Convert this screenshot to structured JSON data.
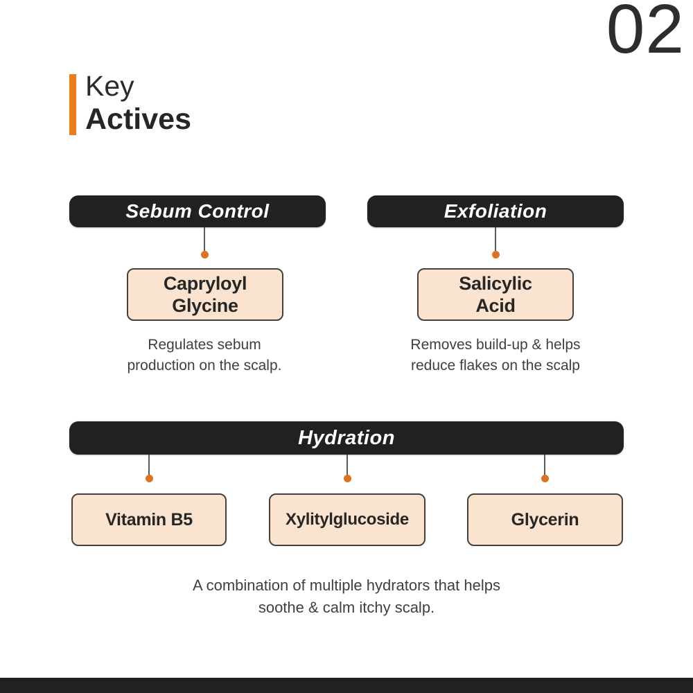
{
  "page_number": "02",
  "title": {
    "line1": "Key",
    "line2": "Actives"
  },
  "colors": {
    "accent_orange": "#ED7D1A",
    "connector_dot_orange": "#DD7222",
    "header_pill_bg": "#212121",
    "ingredient_box_bg": "#FAE4D0",
    "ingredient_box_border": "#45403B",
    "footer_bar": "#212121"
  },
  "groups": {
    "sebum_control": {
      "header": "Sebum Control",
      "ingredient": "Capryloyl\nGlycine",
      "description": "Regulates sebum\nproduction on the scalp."
    },
    "exfoliation": {
      "header": "Exfoliation",
      "ingredient": "Salicylic\nAcid",
      "description": "Removes build-up & helps\nreduce flakes on the scalp"
    },
    "hydration": {
      "header": "Hydration",
      "ingredients": [
        "Vitamin B5",
        "Xylitylglucoside",
        "Glycerin"
      ],
      "description": "A combination of multiple hydrators that helps\nsoothe & calm itchy scalp."
    }
  }
}
